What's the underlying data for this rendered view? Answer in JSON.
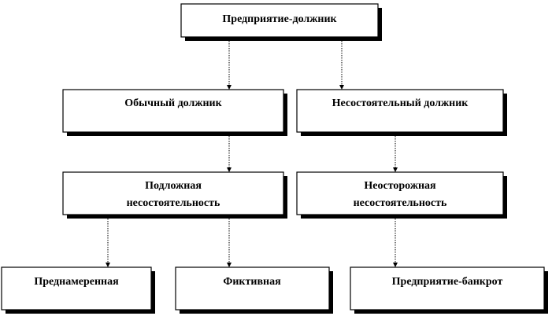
{
  "nodes": {
    "root": {
      "lines": [
        "Предприятие-должник"
      ]
    },
    "ordinary_debtor": {
      "lines": [
        "Обычный должник"
      ]
    },
    "insolvent_debtor": {
      "lines": [
        "Несостоятельный должник"
      ]
    },
    "fraudulent_insolvency": {
      "lines": [
        "Подложная",
        "несостоятельность"
      ]
    },
    "careless_insolvency": {
      "lines": [
        "Неосторожная",
        "несостоятельность"
      ]
    },
    "intentional": {
      "lines": [
        "Преднамеренная"
      ]
    },
    "fictitious": {
      "lines": [
        "Фиктивная"
      ]
    },
    "bankrupt_enterprise": {
      "lines": [
        "Предприятие-банкрот"
      ]
    }
  },
  "edges": [
    {
      "from": "root",
      "to": "ordinary_debtor"
    },
    {
      "from": "root",
      "to": "insolvent_debtor"
    },
    {
      "from": "ordinary_debtor",
      "to": "fraudulent_insolvency"
    },
    {
      "from": "insolvent_debtor",
      "to": "careless_insolvency"
    },
    {
      "from": "fraudulent_insolvency",
      "to": "intentional"
    },
    {
      "from": "fraudulent_insolvency",
      "to": "fictitious"
    },
    {
      "from": "careless_insolvency",
      "to": "bankrupt_enterprise"
    }
  ]
}
